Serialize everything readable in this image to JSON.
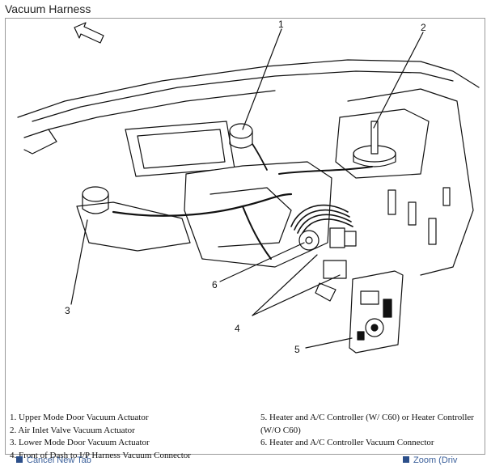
{
  "page": {
    "title": "Vacuum Harness"
  },
  "callouts": [
    "1",
    "2",
    "3",
    "4",
    "5",
    "6"
  ],
  "legend": {
    "left": [
      "1. Upper Mode Door Vacuum Actuator",
      "2. Air Inlet Valve Vacuum Actuator",
      "3. Lower Mode Door Vacuum Actuator",
      "4. Front of Dash to I/P Harness Vacuum Connector"
    ],
    "right": [
      "5. Heater and A/C Controller (W/ C60) or Heater Controller (W/O C60)",
      "6. Heater and A/C Controller Vacuum Connector"
    ]
  },
  "footer": {
    "left": "Cancel  New Tab",
    "right": "Zoom (Driv"
  }
}
